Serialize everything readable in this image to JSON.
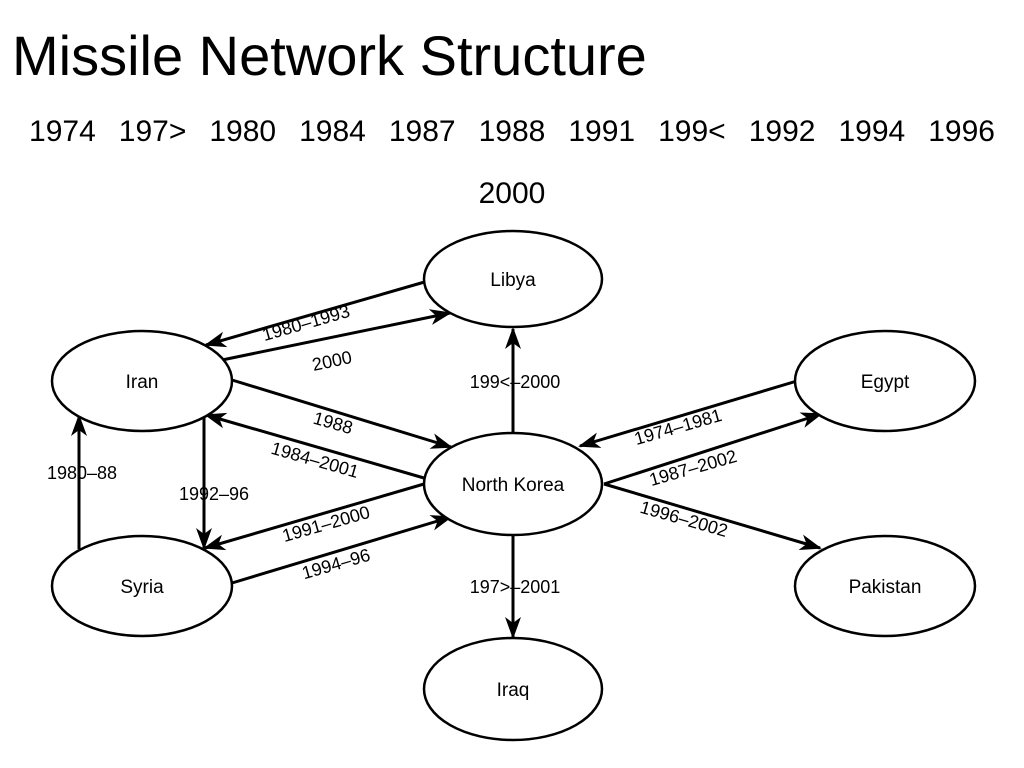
{
  "page": {
    "title": "Missile Network Structure",
    "years": [
      "1974",
      "197>",
      "1980",
      "1984",
      "1987",
      "1988",
      "1991",
      "199<",
      "1992",
      "1994",
      "1996",
      "2000"
    ]
  },
  "nodes": [
    {
      "id": "libya",
      "label": "Libya"
    },
    {
      "id": "iran",
      "label": "Iran"
    },
    {
      "id": "egypt",
      "label": "Egypt"
    },
    {
      "id": "north-korea",
      "label": "North Korea"
    },
    {
      "id": "syria",
      "label": "Syria"
    },
    {
      "id": "pakistan",
      "label": "Pakistan"
    },
    {
      "id": "iraq",
      "label": "Iraq"
    }
  ],
  "edges": [
    {
      "id": "libya-iran",
      "from": "Libya",
      "to": "Iran",
      "label": "1980–1993"
    },
    {
      "id": "iran-libya",
      "from": "Iran",
      "to": "Libya",
      "label": "2000"
    },
    {
      "id": "nk-libya",
      "from": "North Korea",
      "to": "Libya",
      "label": "199<–2000"
    },
    {
      "id": "iran-nk",
      "from": "Iran",
      "to": "North Korea",
      "label": "1988"
    },
    {
      "id": "nk-iran",
      "from": "North Korea",
      "to": "Iran",
      "label": "1984–2001"
    },
    {
      "id": "syria-iran",
      "from": "Syria",
      "to": "Iran",
      "label": "1980–88"
    },
    {
      "id": "iran-syria",
      "from": "Iran",
      "to": "Syria",
      "label": "1992–96"
    },
    {
      "id": "nk-syria",
      "from": "North Korea",
      "to": "Syria",
      "label": "1991–2000"
    },
    {
      "id": "syria-nk",
      "from": "Syria",
      "to": "North Korea",
      "label": "1994–96"
    },
    {
      "id": "egypt-nk",
      "from": "Egypt",
      "to": "North Korea",
      "label": "1974–1981"
    },
    {
      "id": "nk-egypt",
      "from": "North Korea",
      "to": "Egypt",
      "label": "1987–2002"
    },
    {
      "id": "nk-pakistan",
      "from": "North Korea",
      "to": "Pakistan",
      "label": "1996–2002"
    },
    {
      "id": "nk-iraq",
      "from": "North Korea",
      "to": "Iraq",
      "label": "197>–2001"
    }
  ]
}
